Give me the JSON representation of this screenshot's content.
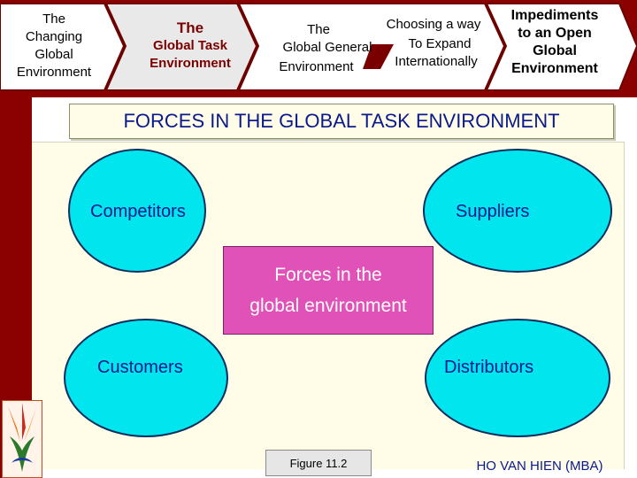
{
  "nav": {
    "steps": [
      {
        "lines": [
          "The",
          "Changing",
          "Global",
          "Environment"
        ]
      },
      {
        "lines": [
          "The",
          "Global Task",
          "Environment"
        ]
      },
      {
        "lines_a": [
          "The",
          "Global General",
          "Environment"
        ],
        "lines_b": [
          "Choosing a way",
          "To Expand",
          "Internationally"
        ]
      },
      {
        "lines": [
          "Impediments",
          "to an Open",
          "Global",
          "Environment"
        ]
      }
    ]
  },
  "heading": "FORCES IN THE GLOBAL TASK ENVIRONMENT",
  "diagram": {
    "top_left": "Competitors",
    "top_right": "Suppliers",
    "center_line1": "Forces in the",
    "center_line2": "global environment",
    "bottom_left": "Customers",
    "bottom_right": "Distributors"
  },
  "footer": {
    "figure": "Figure 11.2",
    "author": "HO VAN HIEN (MBA)"
  },
  "colors": {
    "frame": "#8b0000",
    "ellipse_fill": "#00e5ee",
    "center_fill": "#e052b8",
    "heading_text": "#0a1a8c",
    "panel_bg": "#fffde8"
  }
}
